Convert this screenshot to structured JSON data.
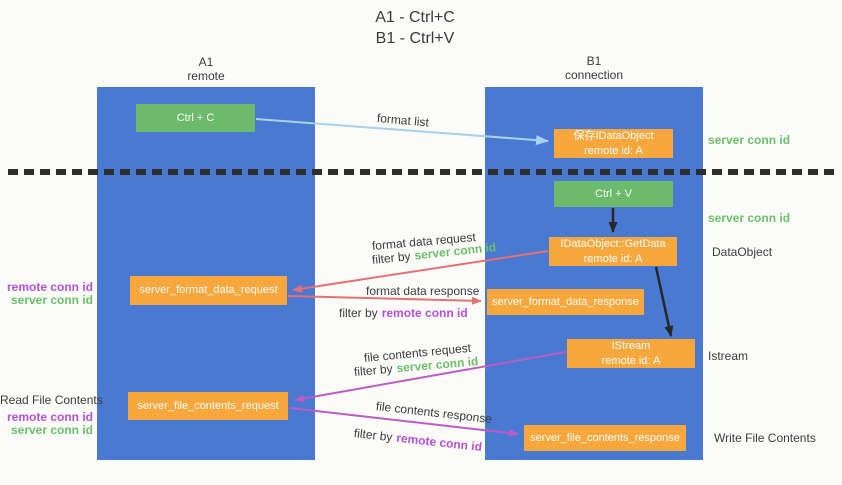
{
  "title": {
    "line1": "A1 - Ctrl+C",
    "line2": "B1 - Ctrl+V"
  },
  "columns": {
    "left": {
      "id": "A1",
      "role": "remote"
    },
    "right": {
      "id": "B1",
      "role": "connection"
    }
  },
  "nodes": {
    "ctrl_c": {
      "label": "Ctrl + C"
    },
    "save_idataobject": {
      "line1": "保存IDataObject",
      "line2": "remote id: A"
    },
    "ctrl_v": {
      "label": "Ctrl + V"
    },
    "getdata": {
      "line1": "IDataObject::GetData",
      "line2": "remote id: A"
    },
    "server_format_data_request": {
      "label": "server_format_data_request"
    },
    "server_format_data_response": {
      "label": "server_format_data_response"
    },
    "istream": {
      "line1": "IStream",
      "line2": "remote id: A"
    },
    "server_file_contents_request": {
      "label": "server_file_contents_request"
    },
    "server_file_contents_response": {
      "label": "server_file_contents_response"
    }
  },
  "edge_labels": {
    "format_list": "format list",
    "format_data_request": "format data request",
    "format_data_response": "format data response",
    "file_contents_request": "file contents request",
    "file_contents_response": "file contents response",
    "filter_by": "filter by",
    "server_conn_id": "server conn id",
    "remote_conn_id": "remote conn id"
  },
  "side_labels": {
    "left": {
      "remote_conn_id_1": "remote conn id",
      "server_conn_id_1": "server conn id",
      "read_file_contents": "Read File Contents",
      "remote_conn_id_2": "remote conn id",
      "server_conn_id_2": "server conn id"
    },
    "right": {
      "server_conn_id_1": "server conn id",
      "server_conn_id_2": "server conn id",
      "dataobject": "DataObject",
      "istream": "Istream",
      "write_file_contents": "Write File Contents"
    }
  },
  "colors": {
    "column_blue": "#4a79d2",
    "box_green": "#6cba6b",
    "box_orange": "#f8a73d",
    "arrow_light_blue": "#a6d2f0",
    "arrow_red": "#e77070",
    "arrow_magenta": "#bd5cc6",
    "arrow_black": "#262626",
    "text_green": "#6cc06a",
    "text_purple": "#b551d4",
    "text_dark": "#3c3c3c"
  }
}
